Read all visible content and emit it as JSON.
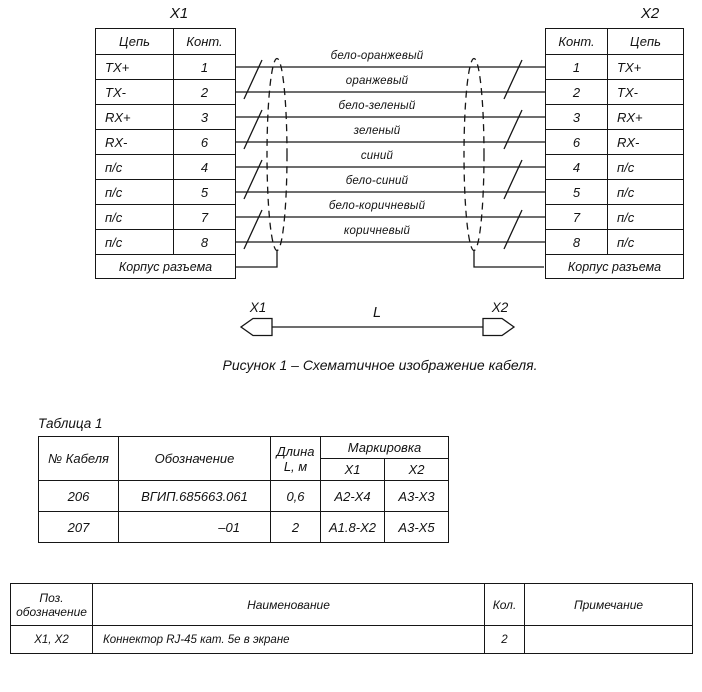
{
  "diagram": {
    "x1_label": "X1",
    "x2_label": "X2",
    "left_table": {
      "col1_header": "Цепь",
      "col2_header": "Конт.",
      "rows": [
        {
          "circuit": "TX+",
          "pin": "1"
        },
        {
          "circuit": "TX-",
          "pin": "2"
        },
        {
          "circuit": "RX+",
          "pin": "3"
        },
        {
          "circuit": "RX-",
          "pin": "6"
        },
        {
          "circuit": "п/с",
          "pin": "4"
        },
        {
          "circuit": "п/с",
          "pin": "5"
        },
        {
          "circuit": "п/с",
          "pin": "7"
        },
        {
          "circuit": "п/с",
          "pin": "8"
        }
      ],
      "footer": "Корпус разъема"
    },
    "right_table": {
      "col1_header": "Конт.",
      "col2_header": "Цепь",
      "rows": [
        {
          "pin": "1",
          "circuit": "TX+"
        },
        {
          "pin": "2",
          "circuit": "TX-"
        },
        {
          "pin": "3",
          "circuit": "RX+"
        },
        {
          "pin": "6",
          "circuit": "RX-"
        },
        {
          "pin": "4",
          "circuit": "п/с"
        },
        {
          "pin": "5",
          "circuit": "п/с"
        },
        {
          "pin": "7",
          "circuit": "п/с"
        },
        {
          "pin": "8",
          "circuit": "п/с"
        }
      ],
      "footer": "Корпус разъема"
    },
    "wire_labels": [
      "бело-оранжевый",
      "оранжевый",
      "бело-зеленый",
      "зеленый",
      "синий",
      "бело-синий",
      "бело-коричневый",
      "коричневый"
    ],
    "cable_sketch": {
      "x1": "X1",
      "x2": "X2",
      "length_label": "L"
    },
    "caption": "Рисунок 1 – Схематичное изображение кабеля.",
    "line_color": "#161616"
  },
  "table1": {
    "title": "Таблица 1",
    "headers": {
      "cable_no": "№ Кабеля",
      "designation": "Обозначение",
      "length_line1": "Длина",
      "length_line2": "L, м",
      "marking": "Маркировка",
      "x1": "X1",
      "x2": "X2"
    },
    "rows": [
      {
        "cable_no": "206",
        "designation": "ВГИП.685663.061",
        "length": "0,6",
        "x1": "А2-Х4",
        "x2": "А3-Х3"
      },
      {
        "cable_no": "207",
        "designation": "–01",
        "length": "2",
        "x1": "А1.8-Х2",
        "x2": "А3-Х5"
      }
    ]
  },
  "bom_table": {
    "headers": {
      "pos_line1": "Поз.",
      "pos_line2": "обозначение",
      "name": "Наименование",
      "qty": "Кол.",
      "note": "Примечание"
    },
    "rows": [
      {
        "pos": "X1, X2",
        "name": "Коннектор RJ-45 кат. 5е в экране",
        "qty": "2",
        "note": ""
      }
    ]
  }
}
